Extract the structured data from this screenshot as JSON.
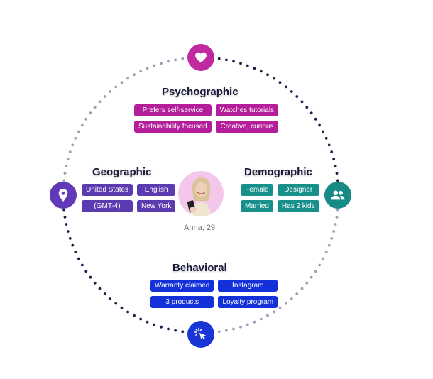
{
  "colors": {
    "psychographic": "#b51e9a",
    "geographic": "#5c3bb0",
    "demographic": "#178f8a",
    "behavioral": "#1430d8",
    "ring_dark": "#1d1f4a",
    "ring_light": "#9aa1b4",
    "node_heart": "#c02aa0",
    "node_location": "#6038b8",
    "node_people": "#168a85",
    "node_click": "#1a35d6",
    "avatar_bg": "#f3c6ea"
  },
  "icons": {
    "top": "heart-icon",
    "left": "location-pin-icon",
    "right": "people-icon",
    "bottom": "click-cursor-icon"
  },
  "psychographic": {
    "title": "Psychographic",
    "tags": [
      "Prefers self-service",
      "Watches tutorials",
      "Sustainability focused",
      "Creative, curious"
    ]
  },
  "geographic": {
    "title": "Geographic",
    "tags": [
      "United States",
      "English",
      "(GMT-4)",
      "New York"
    ]
  },
  "demographic": {
    "title": "Demographic",
    "tags": [
      "Female",
      "Designer",
      "Married",
      "Has 2 kids"
    ]
  },
  "behavioral": {
    "title": "Behavioral",
    "tags": [
      "Warranty claimed",
      "Instagram",
      "3 products",
      "Loyalty program"
    ]
  },
  "persona": {
    "caption": "Anna, 29"
  }
}
